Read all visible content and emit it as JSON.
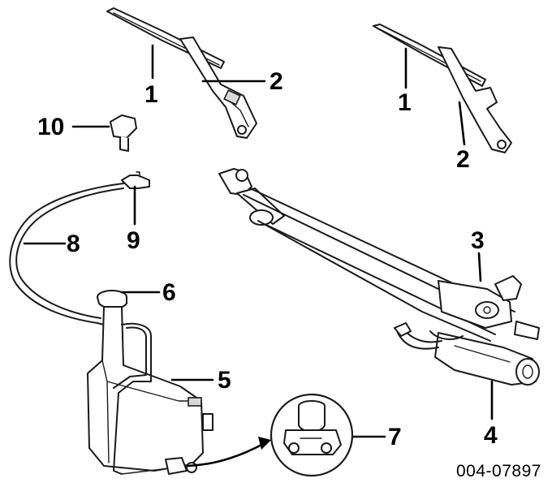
{
  "callouts": {
    "c1a": "1",
    "c2a": "2",
    "c1b": "1",
    "c2b": "2",
    "c10": "10",
    "c9": "9",
    "c8": "8",
    "c3": "3",
    "c6": "6",
    "c5": "5",
    "c4": "4",
    "c7": "7"
  },
  "diagram_code": "004-07897"
}
